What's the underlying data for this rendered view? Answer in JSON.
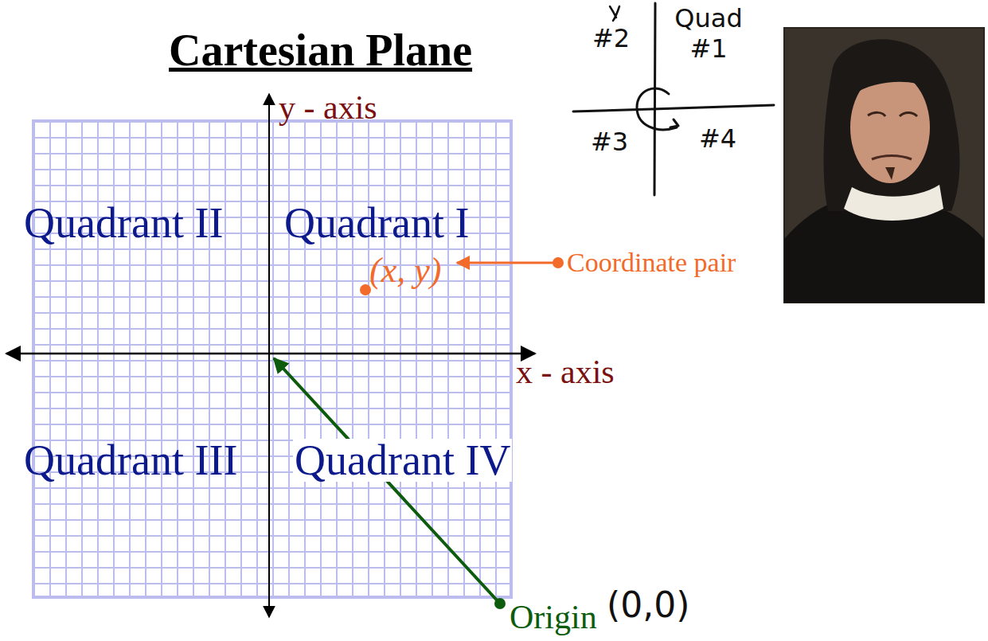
{
  "diagram": {
    "title": "Cartesian Plane",
    "labels": [
      "y - axis",
      "x - axis",
      "Quadrant II",
      "Quadrant I",
      "Quadrant III",
      "Quadrant IV",
      "(x, y)",
      "Coordinate pair",
      "Origin",
      "(0,0)",
      "#2",
      "Quad #1",
      "#3",
      "#4"
    ]
  }
}
